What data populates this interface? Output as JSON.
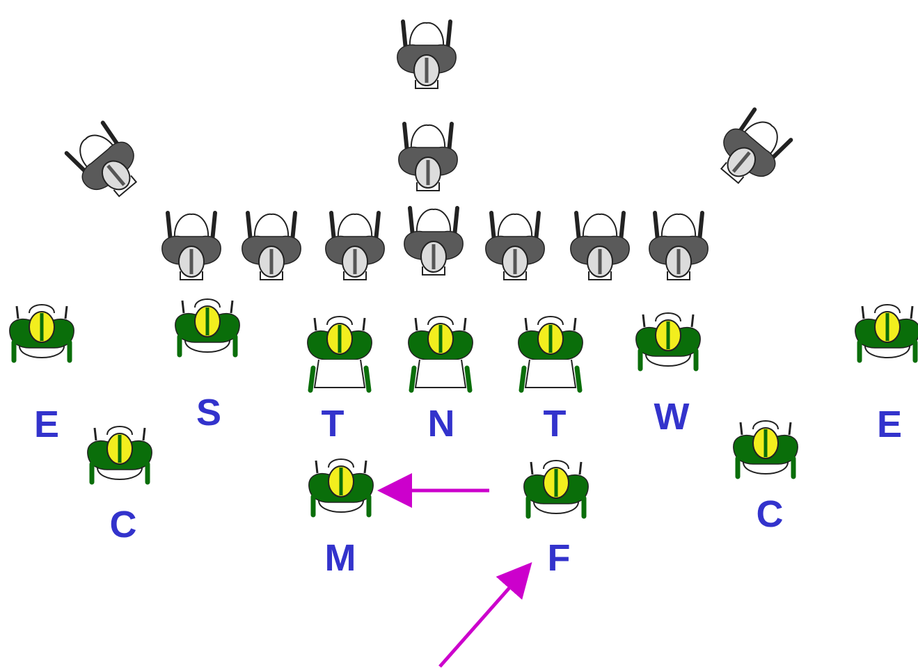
{
  "colors": {
    "label": "#3333cc",
    "arrow": "#cc00cc",
    "defense_jersey": "#0a6e0a",
    "defense_helmet": "#f2ee1e",
    "offense_jersey": "#5a5a5a",
    "offense_helmet": "#dcdcdc"
  },
  "offense": [
    {
      "id": "quarterback-deep",
      "facing": "down",
      "icon": "offense-player-icon"
    },
    {
      "id": "running-back",
      "facing": "down",
      "icon": "offense-player-icon"
    },
    {
      "id": "receiver-left",
      "facing": "down-right",
      "icon": "offense-player-icon"
    },
    {
      "id": "receiver-right",
      "facing": "down-left",
      "icon": "offense-player-icon"
    },
    {
      "id": "lineman-1",
      "facing": "down",
      "icon": "offense-player-icon"
    },
    {
      "id": "lineman-2",
      "facing": "down",
      "icon": "offense-player-icon"
    },
    {
      "id": "lineman-3",
      "facing": "down",
      "icon": "offense-player-icon"
    },
    {
      "id": "center",
      "facing": "down",
      "icon": "offense-player-icon"
    },
    {
      "id": "lineman-5",
      "facing": "down",
      "icon": "offense-player-icon"
    },
    {
      "id": "lineman-6",
      "facing": "down",
      "icon": "offense-player-icon"
    },
    {
      "id": "lineman-7",
      "facing": "down",
      "icon": "offense-player-icon"
    }
  ],
  "defense": [
    {
      "id": "end-left",
      "label": "E",
      "stance": "upright"
    },
    {
      "id": "strong",
      "label": "S",
      "stance": "upright"
    },
    {
      "id": "tackle-left",
      "label": "T",
      "stance": "three-point"
    },
    {
      "id": "nose",
      "label": "N",
      "stance": "three-point"
    },
    {
      "id": "tackle-right",
      "label": "T",
      "stance": "three-point"
    },
    {
      "id": "weak",
      "label": "W",
      "stance": "upright"
    },
    {
      "id": "end-right",
      "label": "E",
      "stance": "upright"
    },
    {
      "id": "corner-left",
      "label": "C",
      "stance": "upright"
    },
    {
      "id": "corner-right",
      "label": "C",
      "stance": "upright"
    },
    {
      "id": "mike",
      "label": "M",
      "stance": "upright"
    },
    {
      "id": "free",
      "label": "F",
      "stance": "upright"
    }
  ],
  "arrows": [
    {
      "id": "arrow-free-to-mike",
      "from": "free",
      "to": "mike"
    },
    {
      "id": "arrow-pointer-to-free",
      "from": "below",
      "to": "free"
    }
  ]
}
